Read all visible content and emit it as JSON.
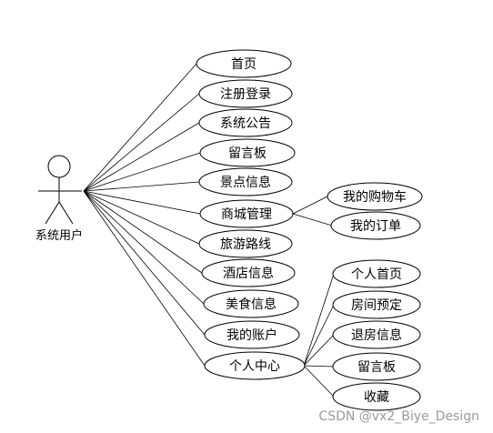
{
  "actor": {
    "label": "系统用户"
  },
  "use_cases": {
    "home": "首页",
    "register_login": "注册登录",
    "announcement": "系统公告",
    "message_board": "留言板",
    "scenic_info": "景点信息",
    "mall_management": "商城管理",
    "travel_route": "旅游路线",
    "hotel_info": "酒店信息",
    "food_info": "美食信息",
    "my_account": "我的账户",
    "personal_center": "个人中心",
    "my_cart": "我的购物车",
    "my_orders": "我的订单",
    "personal_home": "个人首页",
    "room_booking": "房间预定",
    "checkout_info": "退房信息",
    "pc_message_board": "留言板",
    "favorites": "收藏"
  },
  "watermark": "CSDN @vx2_Biye_Design"
}
